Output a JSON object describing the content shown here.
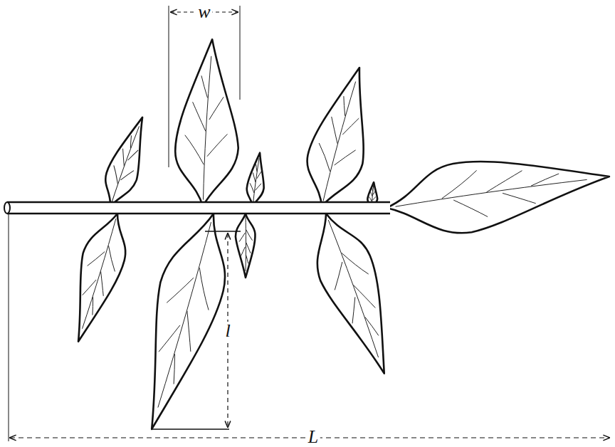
{
  "diagram": {
    "labels": [
      "w",
      "l",
      "L"
    ]
  }
}
